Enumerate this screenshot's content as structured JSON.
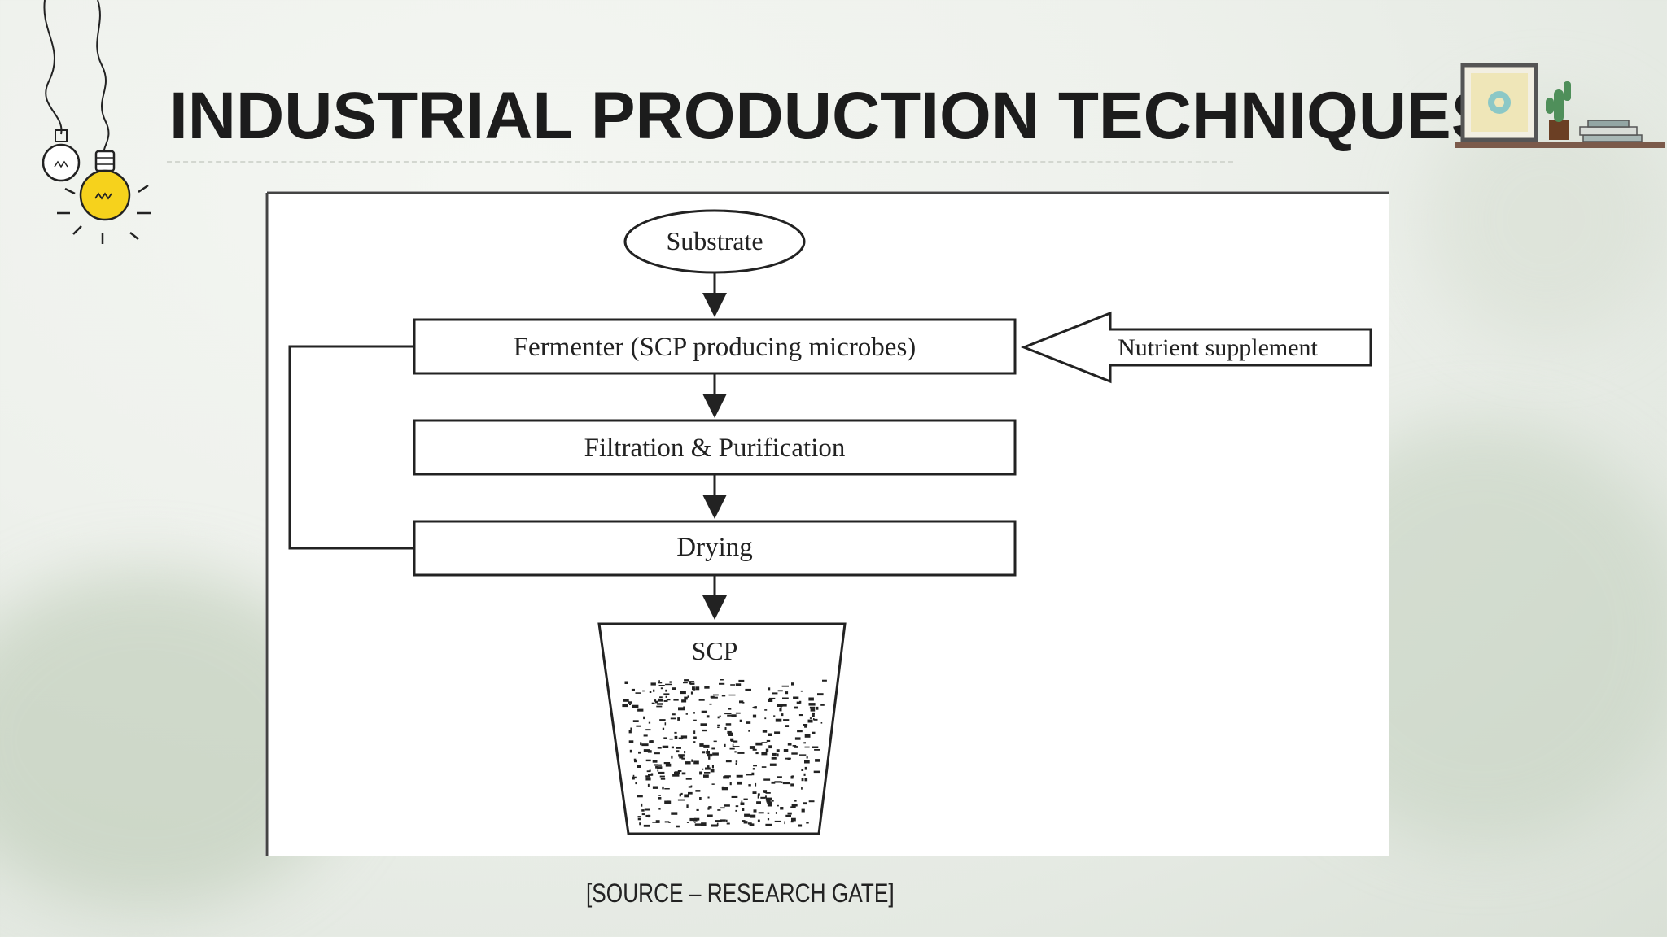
{
  "slide": {
    "title": "INDUSTRIAL PRODUCTION TECHNIQUES",
    "caption": "[SOURCE – RESEARCH GATE]"
  },
  "diagram": {
    "substrate": "Substrate",
    "fermenter": "Fermenter (SCP producing microbes)",
    "nutrient": "Nutrient supplement",
    "filtration": "Filtration & Purification",
    "drying": "Drying",
    "product": "SCP"
  },
  "icons": [
    "light-bulb-icon",
    "picture-frame-icon",
    "cactus-icon",
    "books-icon"
  ],
  "colors": {
    "bulb": "#f6d21c",
    "title": "#1c1c1c",
    "line": "#222222"
  }
}
